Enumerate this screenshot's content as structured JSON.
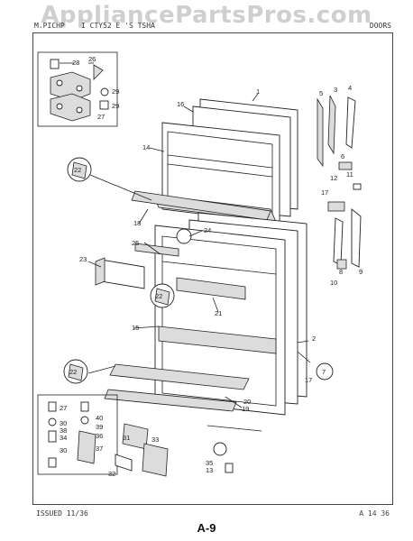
{
  "watermark": "AppliancePartsPros.com",
  "header": {
    "left": "M.PICHP",
    "center": "I CTY52 E 'S TSHA",
    "right": "DOORS"
  },
  "footer": {
    "issued": "ISSUED 11/36",
    "code": "A 14 36",
    "page": "A-9"
  },
  "callouts": [
    "1",
    "2",
    "3",
    "4",
    "5",
    "6",
    "7",
    "8",
    "9",
    "10",
    "11",
    "12",
    "13",
    "14",
    "15",
    "16",
    "17",
    "17",
    "18",
    "19",
    "20",
    "21",
    "22",
    "22",
    "22",
    "23",
    "24",
    "25",
    "26",
    "27",
    "27",
    "28",
    "29",
    "29",
    "30",
    "30",
    "31",
    "32",
    "33",
    "34",
    "35",
    "36",
    "37",
    "38",
    "39",
    "40"
  ]
}
